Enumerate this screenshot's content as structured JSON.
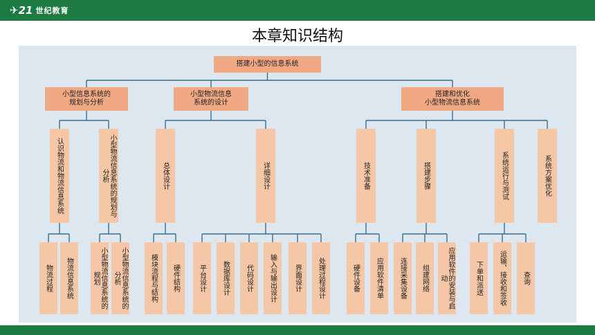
{
  "header": {
    "logo_mark": "✈21",
    "logo_brand": "世纪教育"
  },
  "page_title": "本章知识结构",
  "colors": {
    "topbar": "#1e7a43",
    "panel": "#dce7f0",
    "box": "#f5c7a6",
    "box_dark": "#f1a983",
    "line": "#3a6e8e"
  },
  "diagram": {
    "root": "搭建小型的信息系统",
    "level1": [
      "小型信息系统的\n规划与分析",
      "小型物流信息\n系统的设计",
      "搭建和优化\n小型物流信息系统"
    ],
    "level2": [
      "认识物流和物流信息系统",
      "小型物流信息系统的规划与分析",
      "总体设计",
      "详细设计",
      "技术准备",
      "搭建步骤",
      "系统运行与测试",
      "系统方案优化"
    ],
    "level3": [
      "物流过程",
      "物流信息系统",
      "小型物流信息系统的规划",
      "小型物流信息系统的分析",
      "模块流程与结构",
      "硬件结构",
      "平台设计",
      "数据库设计",
      "代码设计",
      "输入与输出设计",
      "界面设计",
      "处理过程设计",
      "硬件设备",
      "应用软件清单",
      "连接采集设备",
      "组建网络",
      "应用软件的安装与启动",
      "下单和派送",
      "运输、接收和签收",
      "查询"
    ]
  }
}
